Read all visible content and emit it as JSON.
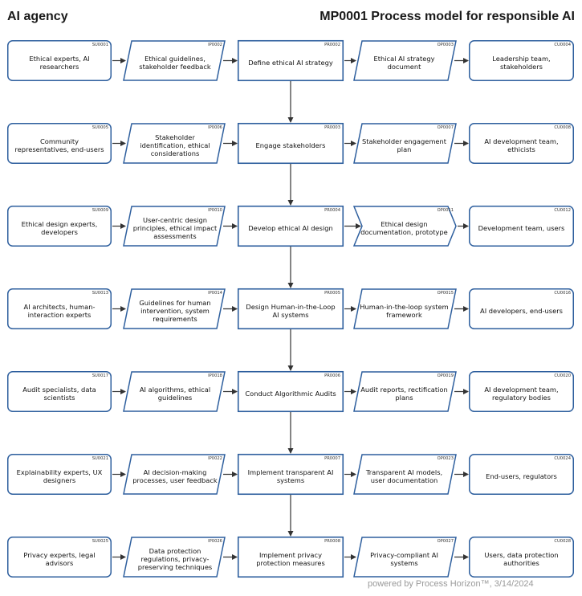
{
  "header": {
    "org": "AI agency",
    "title": "MP0001 Process model for responsible AI"
  },
  "colors": {
    "stroke": "#2e5f9e",
    "fill": "#ffffff",
    "arrow": "#333333",
    "footer": "#9a9a9a"
  },
  "rows": [
    {
      "supplier": {
        "code": "SU0001",
        "label": "Ethical experts, AI researchers"
      },
      "input": {
        "code": "IP0002",
        "label": "Ethical guidelines, stakeholder feedback"
      },
      "process": {
        "code": "PR0002",
        "label": "Define ethical AI strategy"
      },
      "output": {
        "code": "OP0003",
        "label": "Ethical AI strategy document"
      },
      "customer": {
        "code": "CU0004",
        "label": "Leadership team, stakeholders"
      }
    },
    {
      "supplier": {
        "code": "SU0005",
        "label": "Community representatives, end-users"
      },
      "input": {
        "code": "IP0006",
        "label": "Stakeholder identification, ethical considerations"
      },
      "process": {
        "code": "PR0003",
        "label": "Engage stakeholders"
      },
      "output": {
        "code": "OP0007",
        "label": "Stakeholder engagement plan"
      },
      "customer": {
        "code": "CU0008",
        "label": "AI development team, ethicists"
      }
    },
    {
      "supplier": {
        "code": "SU0009",
        "label": "Ethical design experts, developers"
      },
      "input": {
        "code": "IP0010",
        "label": "User-centric design principles, ethical impact assessments"
      },
      "process": {
        "code": "PR0004",
        "label": "Develop ethical AI design"
      },
      "output": {
        "code": "OP0011",
        "label": "Ethical design documentation, prototype"
      },
      "customer": {
        "code": "CU0012",
        "label": "Development team, users"
      }
    },
    {
      "supplier": {
        "code": "SU0013",
        "label": "AI architects, human-interaction experts"
      },
      "input": {
        "code": "IP0014",
        "label": "Guidelines for human intervention, system requirements"
      },
      "process": {
        "code": "PR0005",
        "label": "Design Human-in-the-Loop AI systems"
      },
      "output": {
        "code": "OP0015",
        "label": "Human-in-the-loop system framework"
      },
      "customer": {
        "code": "CU0016",
        "label": "AI developers, end-users"
      }
    },
    {
      "supplier": {
        "code": "SU0017",
        "label": "Audit specialists, data scientists"
      },
      "input": {
        "code": "IP0018",
        "label": "AI algorithms, ethical guidelines"
      },
      "process": {
        "code": "PR0006",
        "label": "Conduct Algorithmic Audits"
      },
      "output": {
        "code": "OP0019",
        "label": "Audit reports, rectification plans"
      },
      "customer": {
        "code": "CU0020",
        "label": "AI development team, regulatory bodies"
      }
    },
    {
      "supplier": {
        "code": "SU0021",
        "label": "Explainability experts, UX designers"
      },
      "input": {
        "code": "IP0022",
        "label": "AI decision-making processes, user feedback"
      },
      "process": {
        "code": "PR0007",
        "label": "Implement transparent AI systems"
      },
      "output": {
        "code": "OP0023",
        "label": "Transparent AI models, user documentation"
      },
      "customer": {
        "code": "CU0024",
        "label": "End-users, regulators"
      }
    },
    {
      "supplier": {
        "code": "SU0025",
        "label": "Privacy experts, legal advisors"
      },
      "input": {
        "code": "IP0026",
        "label": "Data protection regulations, privacy-preserving techniques"
      },
      "process": {
        "code": "PR0008",
        "label": "Implement privacy protection measures"
      },
      "output": {
        "code": "OP0027",
        "label": "Privacy-compliant AI systems"
      },
      "customer": {
        "code": "CU0028",
        "label": "Users, data protection authorities"
      }
    }
  ],
  "footer": "powered by Process Horizon™, 3/14/2024"
}
